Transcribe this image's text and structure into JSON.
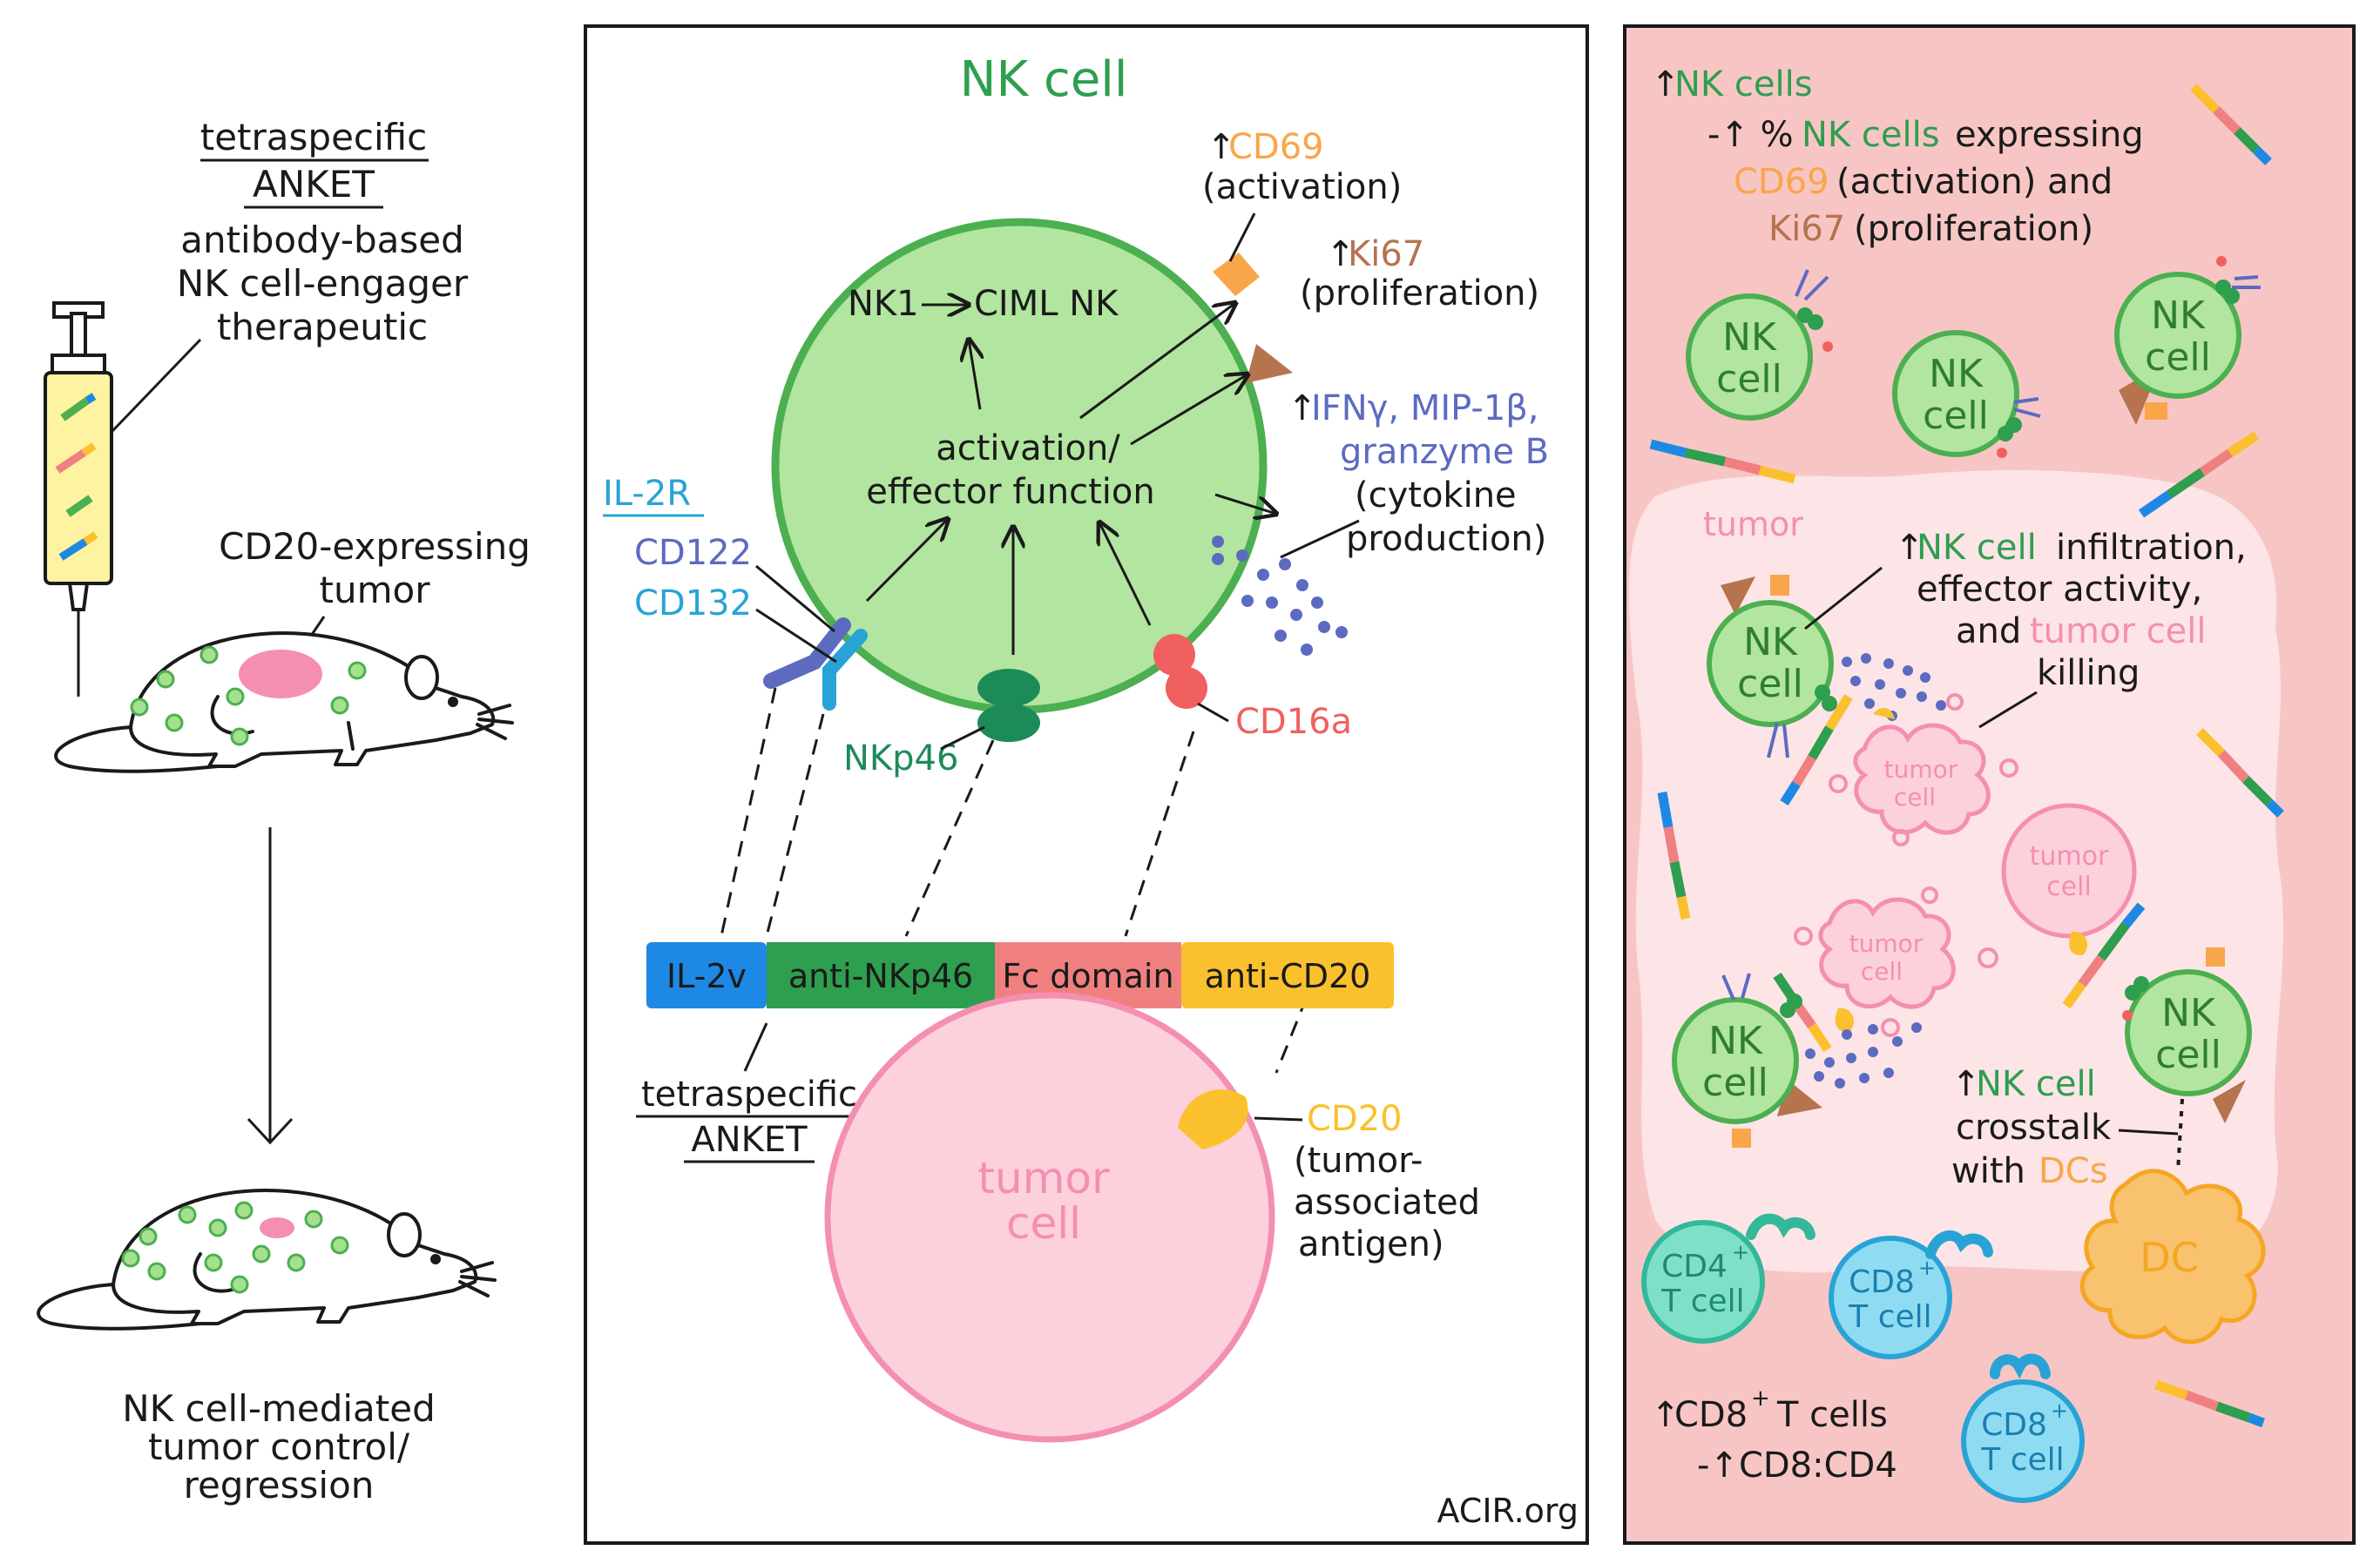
{
  "colors": {
    "nk_green": "#4caf50",
    "nk_fill": "#b2e59f",
    "tumor_pink": "#f48fb1",
    "tumor_fill": "#fcd1dc",
    "panel_bg": "#f7c6c4",
    "il2v_blue": "#1e88e5",
    "nkp46_green": "#2e9e4f",
    "fc_red": "#f08080",
    "cd20_yellow": "#fbc02d",
    "cd69_orange": "#f9a64a",
    "ki67_brown": "#b5734e",
    "cytokine_blue": "#5c6bc0",
    "cd122_blue": "#5c6bc0",
    "cd132_blue": "#29a3d6",
    "cd16a_red": "#f06060",
    "tcell_cyan": "#5bc8e8",
    "cd4_teal": "#4fd1b8",
    "dc_orange": "#f9c26e"
  },
  "left": {
    "title_line1": "tetraspecific",
    "title_line2": "ANKET",
    "desc_line1": "antibody-based",
    "desc_line2": "NK cell-engager",
    "desc_line3": "therapeutic",
    "tumor_label_line1": "CD20-expressing",
    "tumor_label_line2": "tumor",
    "outcome_line1": "NK cell-mediated",
    "outcome_line2": "tumor control/",
    "outcome_line3": "regression"
  },
  "middle": {
    "nk_title": "NK cell",
    "cd69_arrow": "↑",
    "cd69": "CD69",
    "cd69_sub": "(activation)",
    "ki67_arrow": "↑",
    "ki67": "Ki67",
    "ki67_sub": "(proliferation)",
    "nk1": "NK1",
    "ciml": "CIML NK",
    "activation_line1": "activation/",
    "activation_line2": "effector function",
    "cytokine_arrow": "↑",
    "ifn": "IFNγ, MIP-1β,",
    "granzyme": "granzyme B",
    "cytokine_sub1": "(cytokine",
    "cytokine_sub2": "production)",
    "il2r": "IL-2R",
    "cd122": "CD122",
    "cd132": "CD132",
    "nkp46": "NKp46",
    "cd16a": "CD16a",
    "construct": [
      "IL-2v",
      "anti-NKp46",
      "Fc domain",
      "anti-CD20"
    ],
    "anket_line1": "tetraspecific",
    "anket_line2": "ANKET",
    "tumor_line1": "tumor",
    "tumor_line2": "cell",
    "cd20": "CD20",
    "cd20_sub1": "(tumor-",
    "cd20_sub2": "associated",
    "cd20_sub3": "antigen)",
    "credit": "ACIR.org"
  },
  "right": {
    "nk_up_arrow": "↑",
    "nk_up": "NK cells",
    "pct_prefix": "-↑ %",
    "pct_nk": "NK cells",
    "pct_suffix": "expressing",
    "cd69": "CD69",
    "cd69_suffix": "(activation) and",
    "ki67": "Ki67",
    "ki67_suffix": "(proliferation)",
    "nk_cell_line1": "NK",
    "nk_cell_line2": "cell",
    "tumor_region": "tumor",
    "infil_arrow": "↑",
    "infil_nk": "NK cell",
    "infil_suffix": "infiltration,",
    "effector": "effector activity,",
    "and_word": "and",
    "tumor_cell_word": "tumor cell",
    "killing": "killing",
    "tumor_cell_line1": "tumor",
    "tumor_cell_line2": "cell",
    "crosstalk_arrow": "↑",
    "crosstalk_nk": "NK cell",
    "crosstalk": "crosstalk",
    "with_word": "with",
    "dcs": "DCs",
    "dc": "DC",
    "cd4_line1": "CD4",
    "cd4_sup": "+",
    "cd8_line1": "CD8",
    "cd8_sup": "+",
    "t_cell": "T cell",
    "cd8_up_arrow": "↑",
    "cd8_up": "CD8",
    "cd8_up_sup": "+",
    "cd8_up_suffix": "T cells",
    "ratio": "-↑CD8:CD4"
  }
}
